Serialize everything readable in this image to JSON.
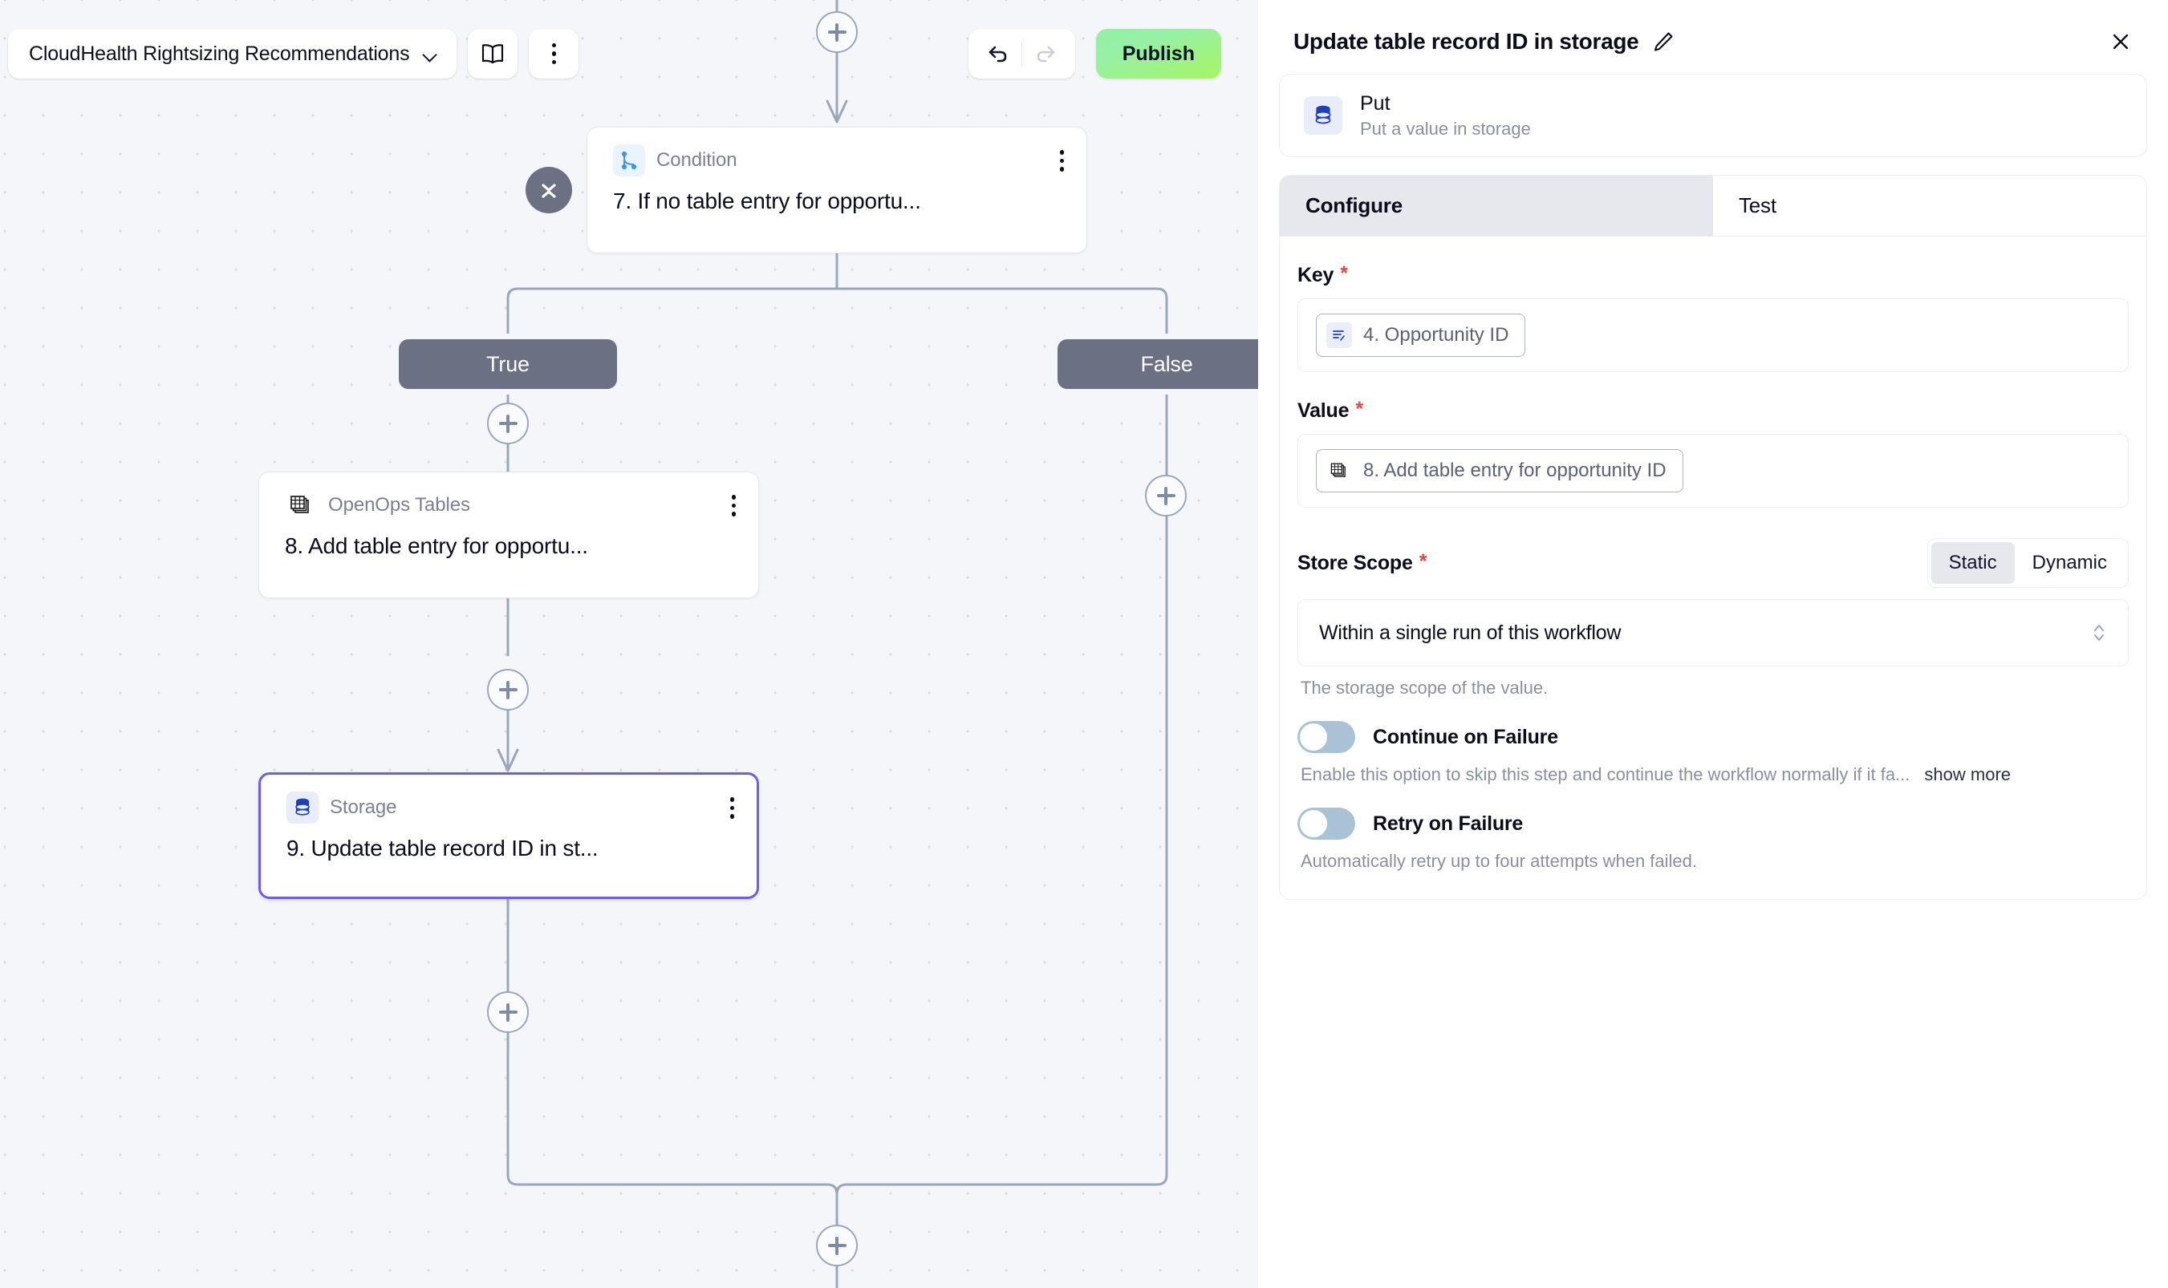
{
  "toolbar": {
    "workflow_title": "CloudHealth Rightsizing Recommendations",
    "chevron_icon": "chevron-down-icon",
    "docs_icon": "book-icon",
    "more_icon": "kebab-menu-icon",
    "undo_icon": "undo-arrow-icon",
    "redo_icon": "redo-arrow-icon",
    "publish_label": "Publish",
    "publish_color": "#9cf28c"
  },
  "canvas": {
    "collapse_icon": "collapse-chevrons-icon",
    "add_step_icon": "plus-icon",
    "branch_true": "True",
    "branch_false": "False",
    "nodes": [
      {
        "id": "condition",
        "type": "Condition",
        "name": "7. If no table entry for opportu...",
        "icon": "branch-condition-icon",
        "kebab_icon": "kebab-menu-icon",
        "selected": false
      },
      {
        "id": "tables",
        "type": "OpenOps Tables",
        "name": "8. Add table entry for opportu...",
        "icon": "table-stack-icon",
        "kebab_icon": "kebab-menu-icon",
        "selected": false
      },
      {
        "id": "storage",
        "type": "Storage",
        "name": "9. Update table record ID in st...",
        "icon": "database-icon",
        "kebab_icon": "kebab-menu-icon",
        "selected": true
      }
    ]
  },
  "panel": {
    "title": "Update table record ID in storage",
    "edit_icon": "pencil-icon",
    "close_icon": "close-x-icon",
    "piece": {
      "icon": "database-icon",
      "name": "Put",
      "description": "Put a value in storage"
    },
    "tabs": [
      {
        "label": "Configure",
        "active": true
      },
      {
        "label": "Test",
        "active": false
      }
    ],
    "fields": {
      "key": {
        "label": "Key",
        "required": "*",
        "chip_icon": "text-step-icon",
        "chip_text": "4. Opportunity ID"
      },
      "value": {
        "label": "Value",
        "required": "*",
        "chip_icon": "table-stack-icon",
        "chip_text": "8. Add table entry for opportunity ID"
      },
      "store_scope": {
        "label": "Store Scope",
        "required": "*",
        "segments": [
          {
            "label": "Static",
            "active": true
          },
          {
            "label": "Dynamic",
            "active": false
          }
        ],
        "selected_option": "Within a single run of this workflow",
        "dropdown_icon": "chevron-updown-icon",
        "hint": "The storage scope of the value."
      },
      "continue_on_failure": {
        "label": "Continue on Failure",
        "enabled": false,
        "description": "Enable this option to skip this step and continue the workflow normally if it fa...",
        "show_more_label": "show more"
      },
      "retry_on_failure": {
        "label": "Retry on Failure",
        "enabled": false,
        "description": "Automatically retry up to four attempts when failed."
      }
    }
  }
}
